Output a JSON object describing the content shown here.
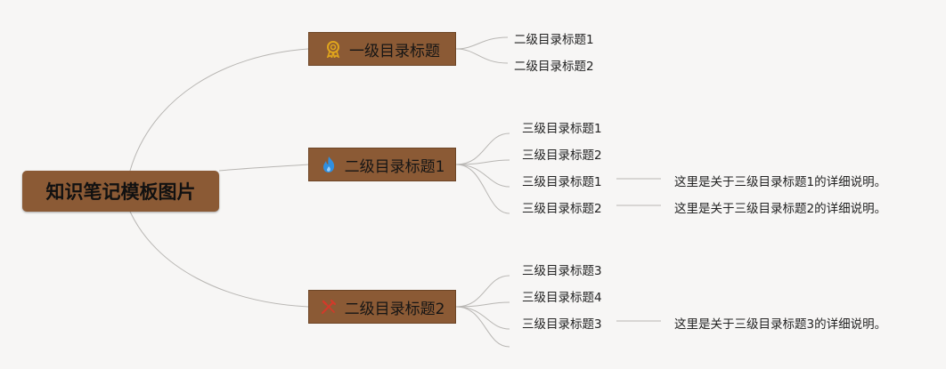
{
  "root": {
    "label": "知识笔记模板图片"
  },
  "branches": [
    {
      "label": "一级目录标题",
      "icon": "award-icon",
      "children": [
        {
          "label": "二级目录标题1"
        },
        {
          "label": "二级目录标题2"
        }
      ]
    },
    {
      "label": "二级目录标题1",
      "icon": "flame-icon",
      "children": [
        {
          "label": "三级目录标题1"
        },
        {
          "label": "三级目录标题2"
        },
        {
          "label": "三级目录标题1",
          "note": "这里是关于三级目录标题1的详细说明。"
        },
        {
          "label": "三级目录标题2",
          "note": "这里是关于三级目录标题2的详细说明。"
        }
      ]
    },
    {
      "label": "二级目录标题2",
      "icon": "crossed-tools-icon",
      "children": [
        {
          "label": "三级目录标题3"
        },
        {
          "label": "三级目录标题4"
        },
        {
          "label": "三级目录标题3",
          "note": "这里是关于三级目录标题3的详细说明。"
        },
        {
          "label": ""
        }
      ]
    }
  ],
  "colors": {
    "node_fill": "#8b5a35",
    "connector": "#b8b6b3",
    "background": "#f7f6f5",
    "award_icon": "#e0a51c",
    "flame_icon": "#2f8fe0",
    "tools_icon": "#d23a2a"
  }
}
